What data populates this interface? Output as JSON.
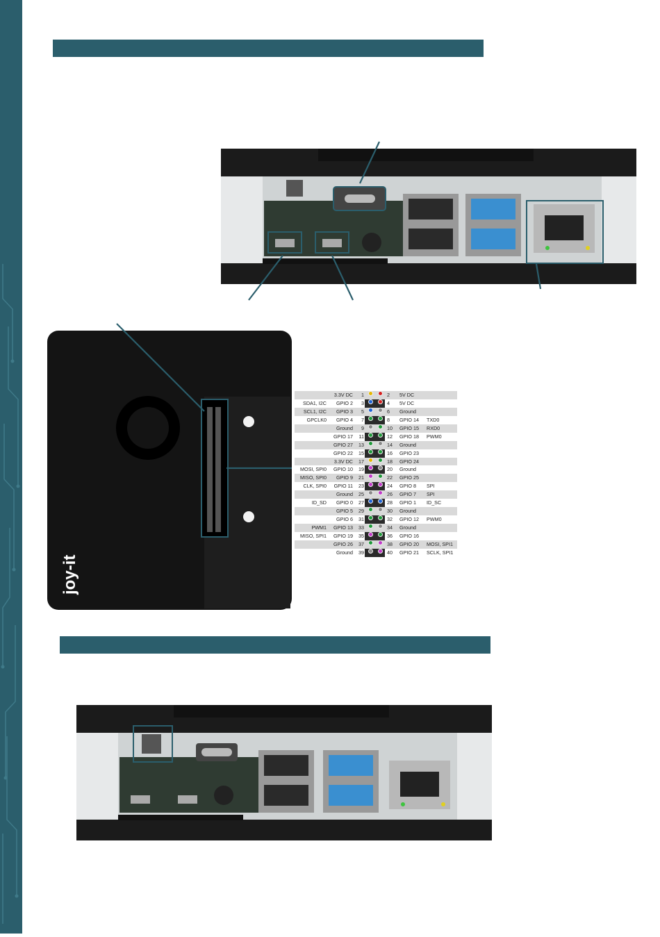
{
  "colors": {
    "accent": "#2b5e6c",
    "power_3v3": "#e6b800",
    "power_5v": "#d62020",
    "ground": "#8a8a8a",
    "i2c": "#1e63d6",
    "gpio": "#1f9a3a",
    "spi": "#c23ac9",
    "uart": "#1f9a3a"
  },
  "pinout": {
    "rows": [
      {
        "lfunc": "",
        "lname": "3.3V DC",
        "lnum": "1",
        "lcolor": "power_3v3",
        "rcolor": "power_5v",
        "rnum": "2",
        "rname": "5V DC",
        "rfunc": ""
      },
      {
        "lfunc": "SDA1, I2C",
        "lname": "GPIO 2",
        "lnum": "3",
        "lcolor": "i2c",
        "rcolor": "power_5v",
        "rnum": "4",
        "rname": "5V DC",
        "rfunc": ""
      },
      {
        "lfunc": "SCL1, I2C",
        "lname": "GPIO 3",
        "lnum": "5",
        "lcolor": "i2c",
        "rcolor": "ground",
        "rnum": "6",
        "rname": "Ground",
        "rfunc": ""
      },
      {
        "lfunc": "GPCLK0",
        "lname": "GPIO 4",
        "lnum": "7",
        "lcolor": "gpio",
        "rcolor": "gpio",
        "rnum": "8",
        "rname": "GPIO 14",
        "rfunc": "TXD0"
      },
      {
        "lfunc": "",
        "lname": "Ground",
        "lnum": "9",
        "lcolor": "ground",
        "rcolor": "gpio",
        "rnum": "10",
        "rname": "GPIO 15",
        "rfunc": "RXD0"
      },
      {
        "lfunc": "",
        "lname": "GPIO 17",
        "lnum": "11",
        "lcolor": "gpio",
        "rcolor": "gpio",
        "rnum": "12",
        "rname": "GPIO 18",
        "rfunc": "PWM0"
      },
      {
        "lfunc": "",
        "lname": "GPIO 27",
        "lnum": "13",
        "lcolor": "gpio",
        "rcolor": "ground",
        "rnum": "14",
        "rname": "Ground",
        "rfunc": ""
      },
      {
        "lfunc": "",
        "lname": "GPIO 22",
        "lnum": "15",
        "lcolor": "gpio",
        "rcolor": "gpio",
        "rnum": "16",
        "rname": "GPIO 23",
        "rfunc": ""
      },
      {
        "lfunc": "",
        "lname": "3.3V DC",
        "lnum": "17",
        "lcolor": "power_3v3",
        "rcolor": "gpio",
        "rnum": "18",
        "rname": "GPIO 24",
        "rfunc": ""
      },
      {
        "lfunc": "MOSI, SPI0",
        "lname": "GPIO 10",
        "lnum": "19",
        "lcolor": "spi",
        "rcolor": "ground",
        "rnum": "20",
        "rname": "Ground",
        "rfunc": ""
      },
      {
        "lfunc": "MISO, SPI0",
        "lname": "GPIO 9",
        "lnum": "21",
        "lcolor": "spi",
        "rcolor": "gpio",
        "rnum": "22",
        "rname": "GPIO 25",
        "rfunc": ""
      },
      {
        "lfunc": "CLK, SPI0",
        "lname": "GPIO 11",
        "lnum": "23",
        "lcolor": "spi",
        "rcolor": "spi",
        "rnum": "24",
        "rname": "GPIO 8",
        "rfunc": "SPI"
      },
      {
        "lfunc": "",
        "lname": "Ground",
        "lnum": "25",
        "lcolor": "ground",
        "rcolor": "spi",
        "rnum": "26",
        "rname": "GPIO 7",
        "rfunc": "SPI"
      },
      {
        "lfunc": "ID_SD",
        "lname": "GPIO 0",
        "lnum": "27",
        "lcolor": "i2c",
        "rcolor": "i2c",
        "rnum": "28",
        "rname": "GPIO 1",
        "rfunc": "ID_SC"
      },
      {
        "lfunc": "",
        "lname": "GPIO 5",
        "lnum": "29",
        "lcolor": "gpio",
        "rcolor": "ground",
        "rnum": "30",
        "rname": "Ground",
        "rfunc": ""
      },
      {
        "lfunc": "",
        "lname": "GPIO 6",
        "lnum": "31",
        "lcolor": "gpio",
        "rcolor": "gpio",
        "rnum": "32",
        "rname": "GPIO 12",
        "rfunc": "PWM0"
      },
      {
        "lfunc": "PWM1",
        "lname": "GPIO 13",
        "lnum": "33",
        "lcolor": "gpio",
        "rcolor": "ground",
        "rnum": "34",
        "rname": "Ground",
        "rfunc": ""
      },
      {
        "lfunc": "MISO, SPI1",
        "lname": "GPIO 19",
        "lnum": "35",
        "lcolor": "spi",
        "rcolor": "gpio",
        "rnum": "36",
        "rname": "GPIO 16",
        "rfunc": ""
      },
      {
        "lfunc": "",
        "lname": "GPIO 26",
        "lnum": "37",
        "lcolor": "gpio",
        "rcolor": "spi",
        "rnum": "38",
        "rname": "GPIO 20",
        "rfunc": "MOSI, SPI1"
      },
      {
        "lfunc": "",
        "lname": "Ground",
        "lnum": "39",
        "lcolor": "ground",
        "rcolor": "spi",
        "rnum": "40",
        "rname": "GPIO 21",
        "rfunc": "SCLK, SPI1"
      }
    ]
  },
  "case_logo": "joy-it"
}
